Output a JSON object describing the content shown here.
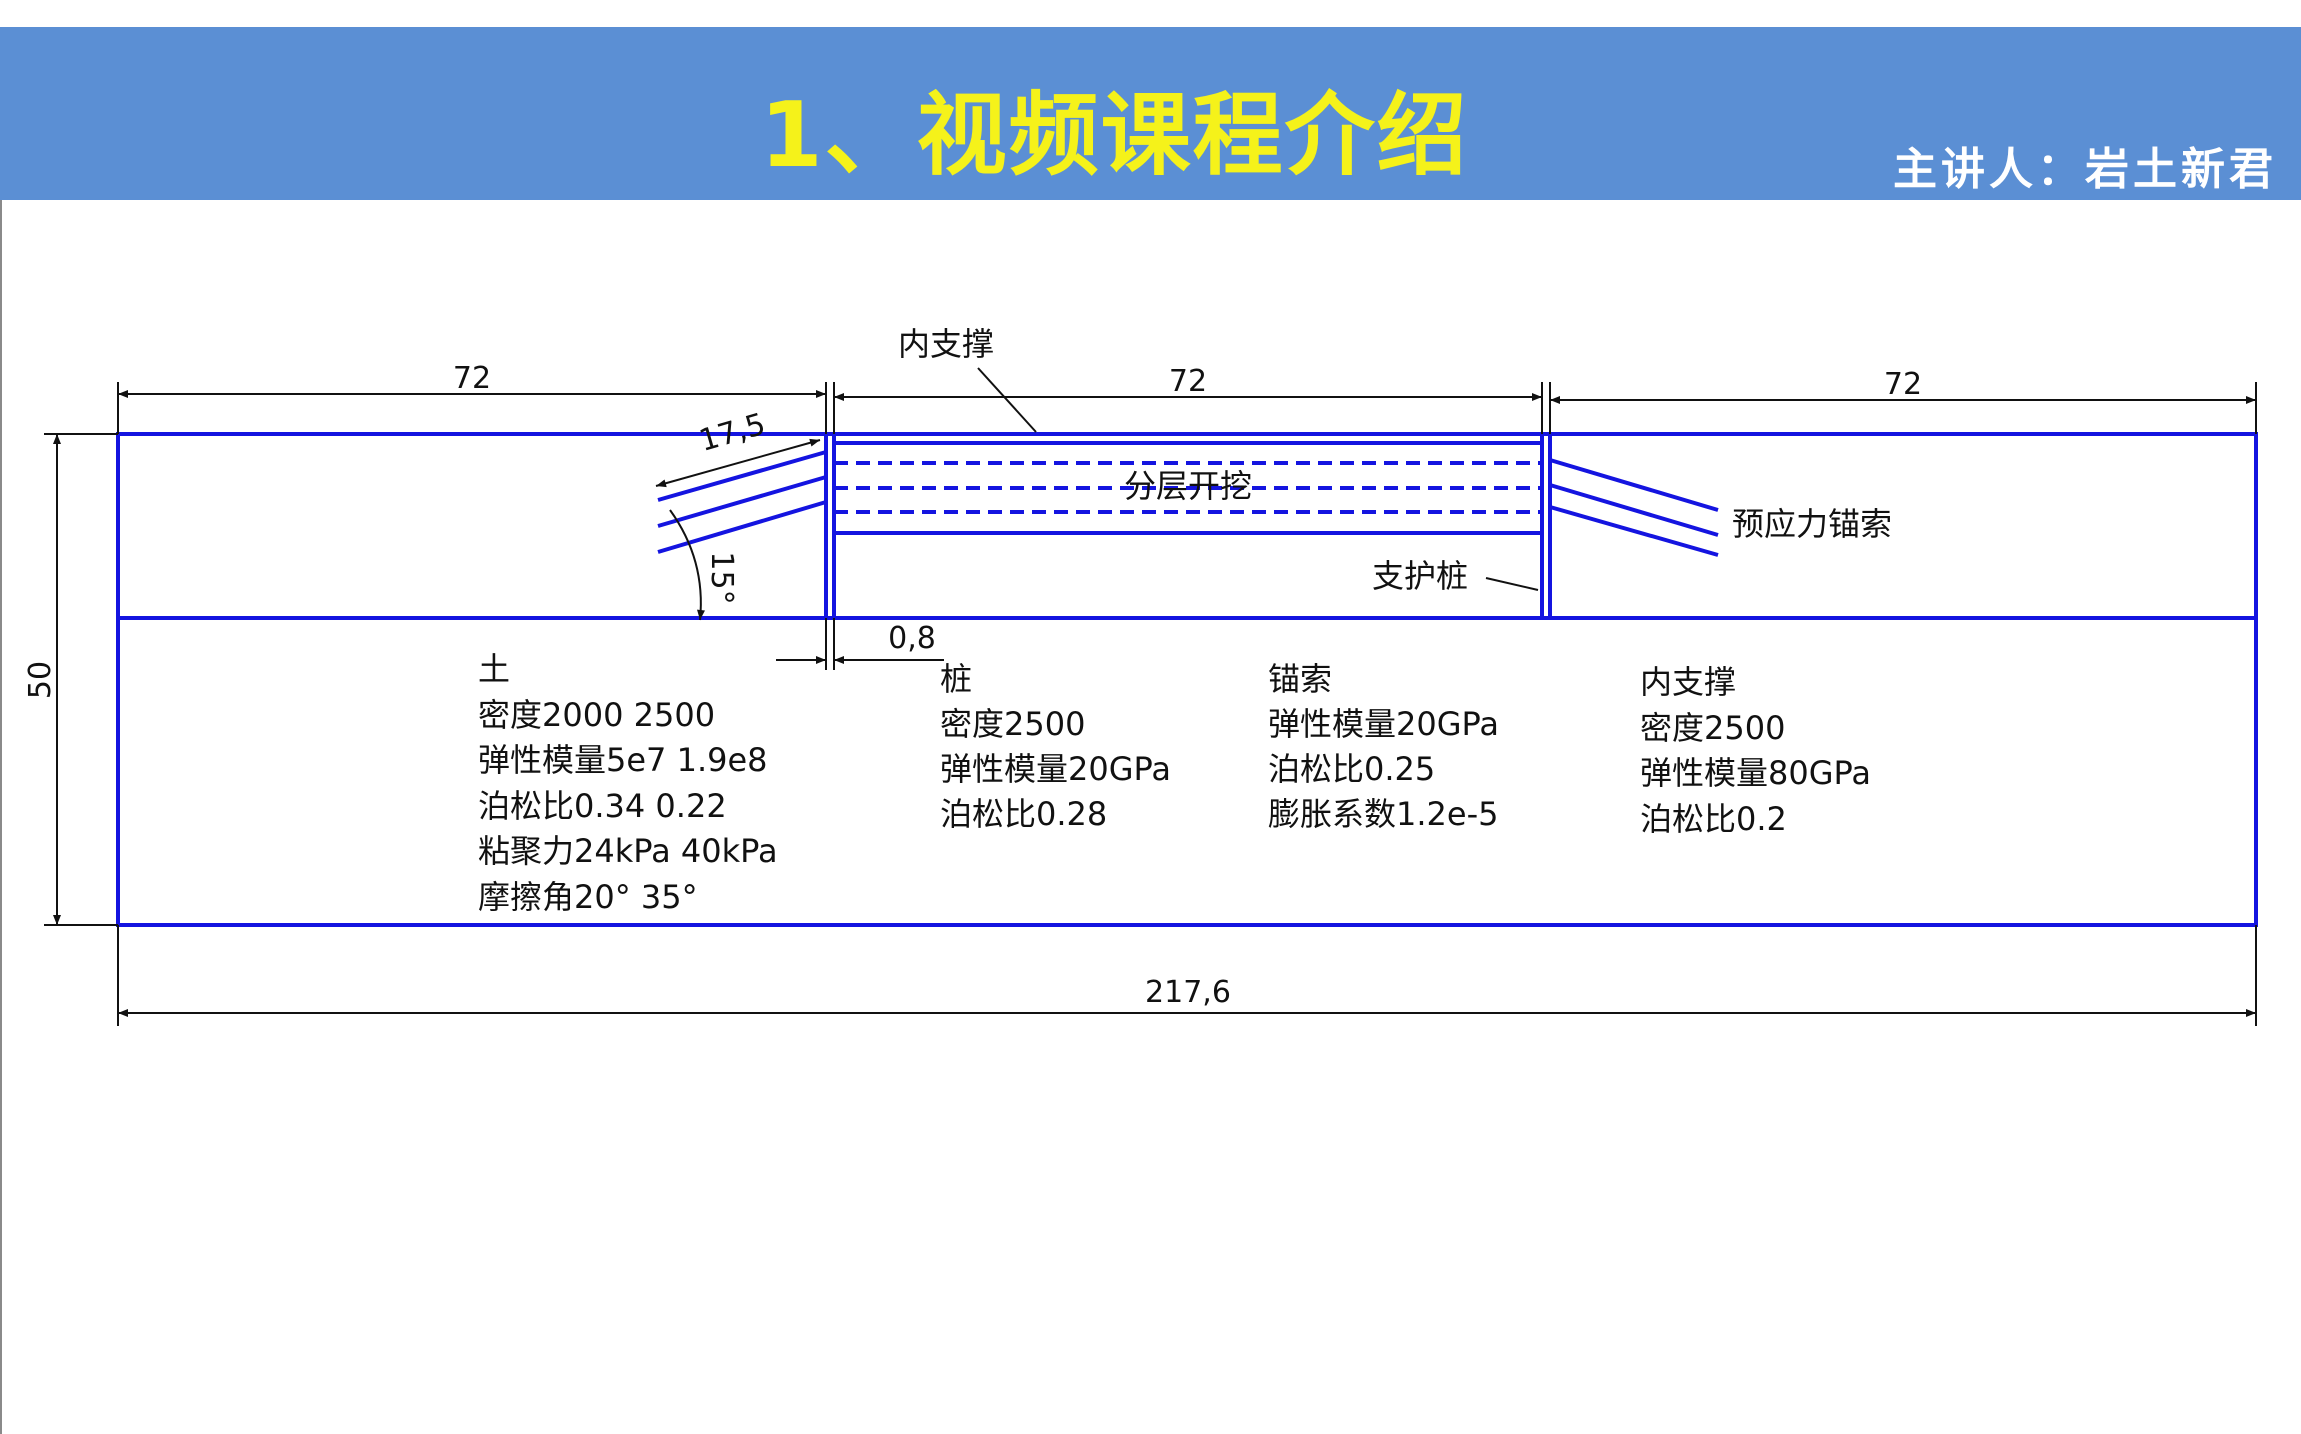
{
  "header": {
    "title": "1、视频课程介绍",
    "speaker": "主讲人：岩土新君"
  },
  "dimensions": {
    "left_width": "72",
    "middle_width": "72",
    "right_width": "72",
    "total_width": "217,6",
    "height": "50",
    "anchor_length": "17,5",
    "anchor_angle": "15°",
    "pile_width": "0,8"
  },
  "labels": {
    "strut": "内支撑",
    "excavation": "分层开挖",
    "prestressed_anchor": "预应力锚索",
    "support_pile": "支护桩"
  },
  "materials": {
    "soil": {
      "title": "土",
      "lines": [
        "密度2000  2500",
        "弹性模量5e7  1.9e8",
        "泊松比0.34    0.22",
        "粘聚力24kPa  40kPa",
        "摩擦角20°     35°"
      ]
    },
    "pile": {
      "title": "桩",
      "lines": [
        "密度2500",
        "弹性模量20GPa",
        "泊松比0.28"
      ]
    },
    "anchor": {
      "title": "锚索",
      "lines": [
        "弹性模量20GPa",
        "泊松比0.25",
        "膨胀系数1.2e-5"
      ]
    },
    "strut": {
      "title": "内支撑",
      "lines": [
        "密度2500",
        "弹性模量80GPa",
        "泊松比0.2"
      ]
    }
  },
  "colors": {
    "title_bar": "#5b8fd4",
    "title_text": "#f5f21a",
    "structure": "#1414e0",
    "dimension": "#111111"
  }
}
